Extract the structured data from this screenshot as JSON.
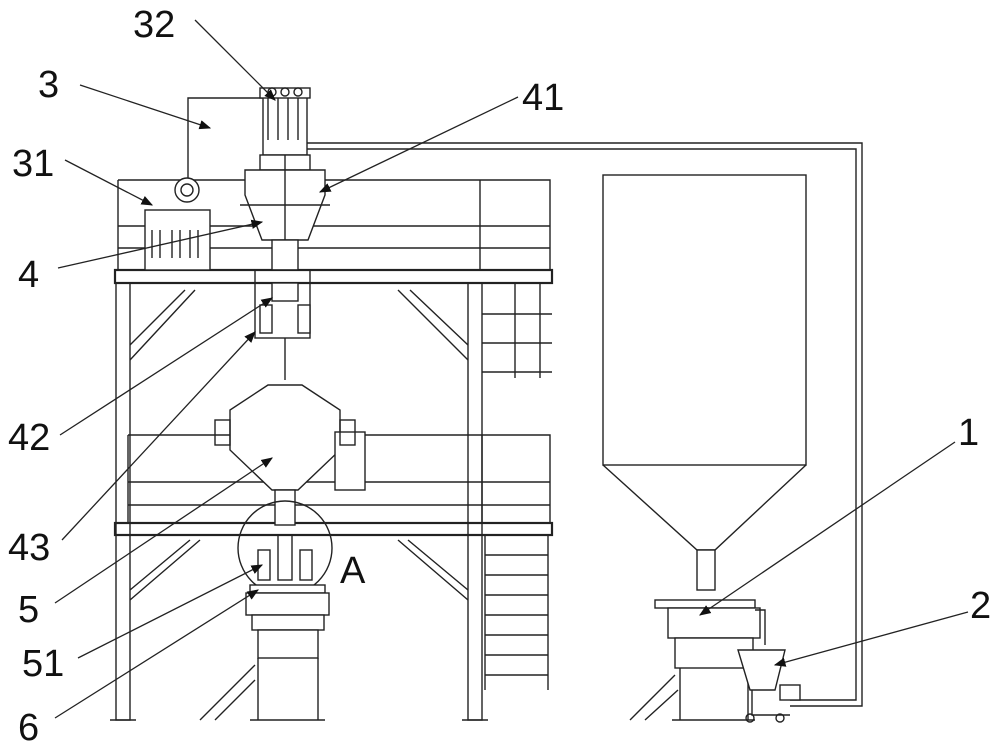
{
  "figure": {
    "labels": {
      "l32": "32",
      "l3": "3",
      "l31": "31",
      "l41": "41",
      "l4": "4",
      "l42": "42",
      "l43": "43",
      "l5": "5",
      "l51": "51",
      "l6": "6",
      "l1": "1",
      "l2": "2",
      "detailA": "A"
    },
    "line_color": "#222222",
    "background": "#ffffff"
  }
}
